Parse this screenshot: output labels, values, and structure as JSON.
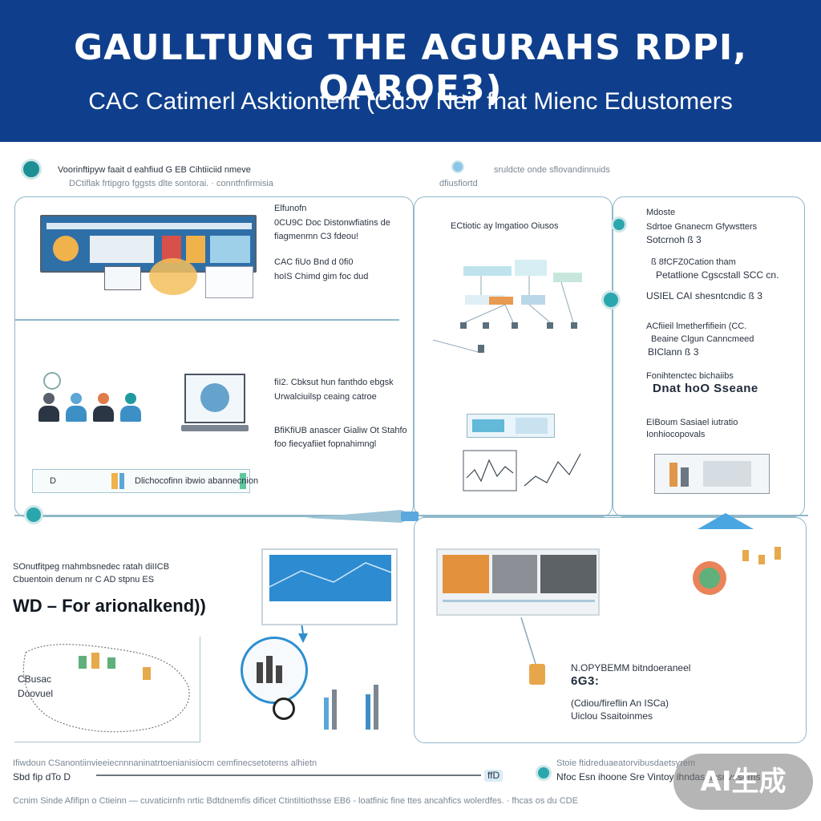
{
  "header": {
    "title": "GAULLTUNG THE AGURAHS RDPI, OAROE3)",
    "subtitle": "CAC Catimerl Asktiontent (Cɑ́ɔ́v Neir fnat Mienc Edustomers"
  },
  "top_strip": {
    "line1": "Voorinftipyw faait d eahfiud G EB Cihtiiciid nmeve",
    "line2": "DCtiflak frtipgro fggsts dlte sontorai.  ·  conntfnfirmisia",
    "right_label": "dfiusfiortd",
    "right_text": "sruldcte onde sflovandinnuids"
  },
  "panel_tl": {
    "label_top": "Elfunofn",
    "block1_l1": "0CU9C Doc Distonwfiatins de",
    "block1_l2": "fiagmenmn C3 fdeou!",
    "block2_l1": "CAC fiUo Bnd d 0fi0",
    "block2_l2": "hoIS Chimd gim foc dud",
    "block3_l1": "fiI2. Cbksut hun fanthdo ebgsk",
    "block3_l2": "Urwalciuilsp ceaing catroe",
    "block4_l1": "BfiKfiUB anascer Gialiw Ot Stahfo",
    "block4_l2": "foo fiecyafiiet fopnahimngl",
    "strip_left": "D",
    "strip_right": "Dlichocofinn ibwio abannecnion"
  },
  "panel_tm": {
    "label": "ECtiotic ay lmgatioo Oiusos"
  },
  "panel_tr": {
    "label_top": "Mdoste",
    "item1_l1": "Sdrtoe Gnanecm Gfywstters",
    "item1_l2": "Sotcrnoh  ß 3",
    "item2_l1": "ß  8fCFZ0Cation tham",
    "item2_l2": "Petatlione Cgscstall SCC cn.",
    "item3": "USIEL  CAI shesntcndic  ß  3",
    "item4_l1": "ACfiieil lmetherfifiein (CC.",
    "item4_l2": "Beaine Clgun Canncmeed",
    "item4_l3": "BIClann  ß 3",
    "item5_l1": "Fonihtenctec bichaiibs",
    "item5_l2": "Dnat hoO  Sseane",
    "item6_l1": "EIBoum Sasiael iutratio",
    "item6_l2": "Ionhiocopovals"
  },
  "panel_bl": {
    "line1": "SOnutfitpeg rnahmbsnedec ratah diIICB",
    "line2": "Cbuentoin denum nr C AD stpnu ES",
    "big_text": "WD – For arionalkend))",
    "map_label_l1": "CBusac",
    "map_label_l2": "Doovuel"
  },
  "panel_br": {
    "callout_l1": "N.OPYBEMM bitndoeraneel",
    "callout_l2": "6G3:",
    "callout_l3": "(Cdiou/fireflin An ISCa)",
    "callout_l4": "Uiclou Ssaitoinmes"
  },
  "footer": {
    "row1_left": "Ifiwdoun CSanontiinvieeiecnnnaninatrtoenianisiocm cemfinecsetoterns alhietn",
    "row1_right": "Stoie ftidreduaeatorvibusdaetsyrem",
    "row2_left": "Sbd fip dTo D",
    "row2_tag": "ffD",
    "row2_right": "Nfoc Esn ihoone Sre Vintoy ihndasaicsrivesoms",
    "row3": "Ccnim Sinde Afifipn o Ctieinn  —  cuvaticirnfn nrtic Bdtdnemfis dificet CtintiItiothsse EB6  -  loatfinic fine ttes ancahfics wolerdfes.   ·   fhcas os du CDE"
  },
  "badge": "AI生成"
}
